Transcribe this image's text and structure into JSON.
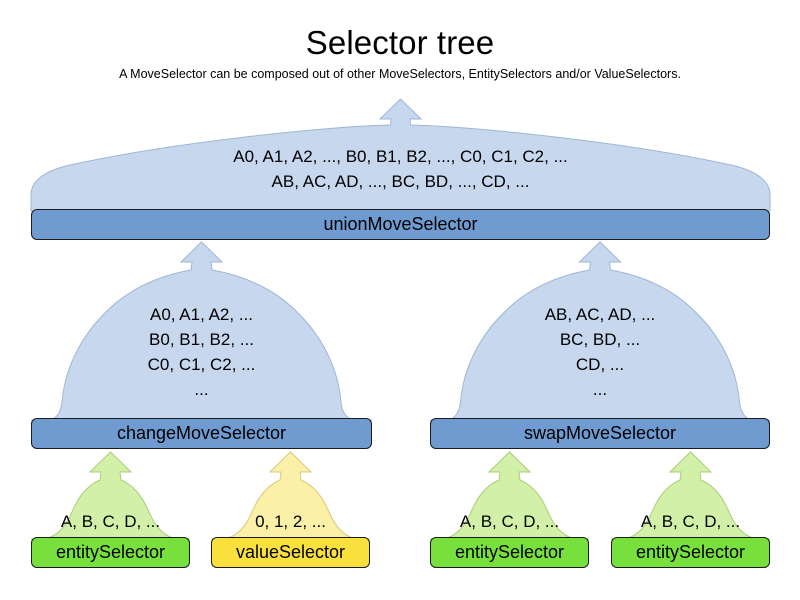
{
  "header": {
    "title": "Selector tree",
    "subtitle": "A MoveSelector can be composed out of other MoveSelectors, EntitySelectors and/or ValueSelectors."
  },
  "colors": {
    "balloon_blue_fill": "#c6d7ee",
    "balloon_blue_stroke": "#9fb6d6",
    "bar_blue_fill": "#6f9bd1",
    "balloon_green_fill": "#d2f0a8",
    "balloon_green_stroke": "#aacd7d",
    "bar_green_fill": "#78e03c",
    "balloon_yellow_fill": "#faf0a8",
    "balloon_yellow_stroke": "#dbc97d",
    "bar_yellow_fill": "#fae03c",
    "outline": "#1a1a1a",
    "background": "#ffffff",
    "text": "#000000"
  },
  "nodes": {
    "union": {
      "label": "unionMoveSelector",
      "lines": [
        "A0, A1, A2, ..., B0, B1, B2, ..., C0, C1, C2, ...",
        "AB, AC, AD, ..., BC, BD, ..., CD, ..."
      ]
    },
    "change": {
      "label": "changeMoveSelector",
      "lines": [
        "A0, A1, A2, ...",
        "B0, B1, B2, ...",
        "C0, C1, C2, ...",
        "..."
      ]
    },
    "swap": {
      "label": "swapMoveSelector",
      "lines": [
        "AB, AC, AD, ...",
        "BC, BD, ...",
        "CD, ...",
        "..."
      ]
    },
    "entity1": {
      "label": "entitySelector",
      "lines": [
        "A, B, C, D, ..."
      ]
    },
    "value1": {
      "label": "valueSelector",
      "lines": [
        "0, 1, 2, ..."
      ]
    },
    "entity2": {
      "label": "entitySelector",
      "lines": [
        "A, B, C, D, ..."
      ]
    },
    "entity3": {
      "label": "entitySelector",
      "lines": [
        "A, B, C, D, ..."
      ]
    }
  }
}
